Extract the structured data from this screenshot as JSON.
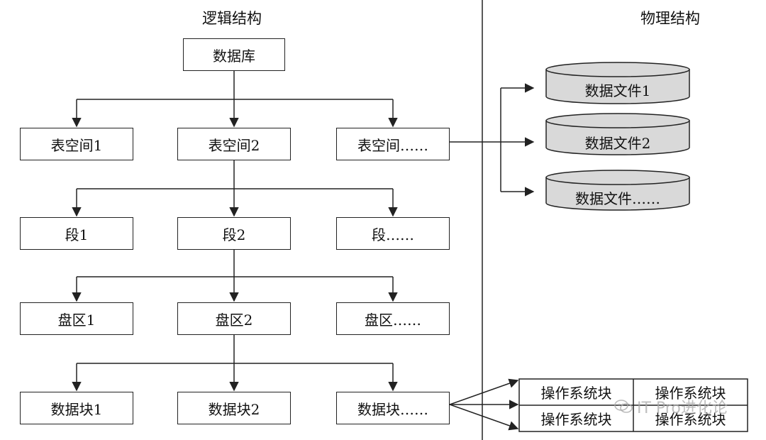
{
  "titles": {
    "logical": "逻辑结构",
    "physical": "物理结构"
  },
  "logical": {
    "database": "数据库",
    "tablespaces": [
      "表空间1",
      "表空间2",
      "表空间……"
    ],
    "segments": [
      "段1",
      "段2",
      "段……"
    ],
    "extents": [
      "盘区1",
      "盘区2",
      "盘区……"
    ],
    "datablocks": [
      "数据块1",
      "数据块2",
      "数据块……"
    ]
  },
  "physical": {
    "datafiles": [
      "数据文件1",
      "数据文件2",
      "数据文件……"
    ],
    "os_blocks": [
      "操作系统块",
      "操作系统块",
      "操作系统块",
      "操作系统块"
    ]
  },
  "watermark": "IT Pro进化论",
  "colors": {
    "line": "#222222",
    "cylinder_fill": "#d9d9d9",
    "box_fill": "#ffffff",
    "watermark": "#aaaaaa"
  }
}
